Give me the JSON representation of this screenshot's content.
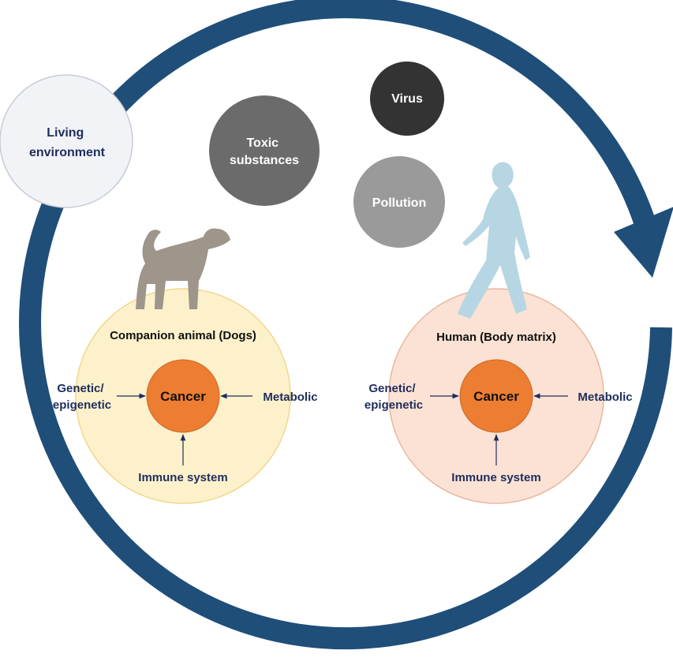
{
  "cycle": {
    "environment_label": [
      "Living",
      "environment"
    ]
  },
  "factors": {
    "toxic": [
      "Toxic",
      "substances"
    ],
    "virus": "Virus",
    "pollution": "Pollution"
  },
  "dog_panel": {
    "title": "Companion animal (Dogs)",
    "center": "Cancer",
    "left": [
      "Genetic/",
      "epigenetic"
    ],
    "right": "Metabolic",
    "bottom": "Immune system"
  },
  "human_panel": {
    "title": "Human (Body matrix)",
    "center": "Cancer",
    "left": [
      "Genetic/",
      "epigenetic"
    ],
    "right": "Metabolic",
    "bottom": "Immune system"
  },
  "colors": {
    "cycle_arrow": "#1f4e79",
    "environment_fill": "#f1f3f7",
    "toxic_fill": "#6b6b6b",
    "virus_fill": "#333333",
    "pollution_fill": "#9a9a9a",
    "dog_panel_fill": "#fdf1cc",
    "dog_panel_stroke": "#efd98a",
    "human_panel_fill": "#fbe2d4",
    "human_panel_stroke": "#e8b79f",
    "cancer_fill": "#ed7d31",
    "text_navy": "#1f2d5c",
    "dog_silhouette": "#9e958b",
    "human_silhouette": "#b7d6e3"
  },
  "icons": [
    "dog-silhouette-icon",
    "walking-human-icon"
  ]
}
